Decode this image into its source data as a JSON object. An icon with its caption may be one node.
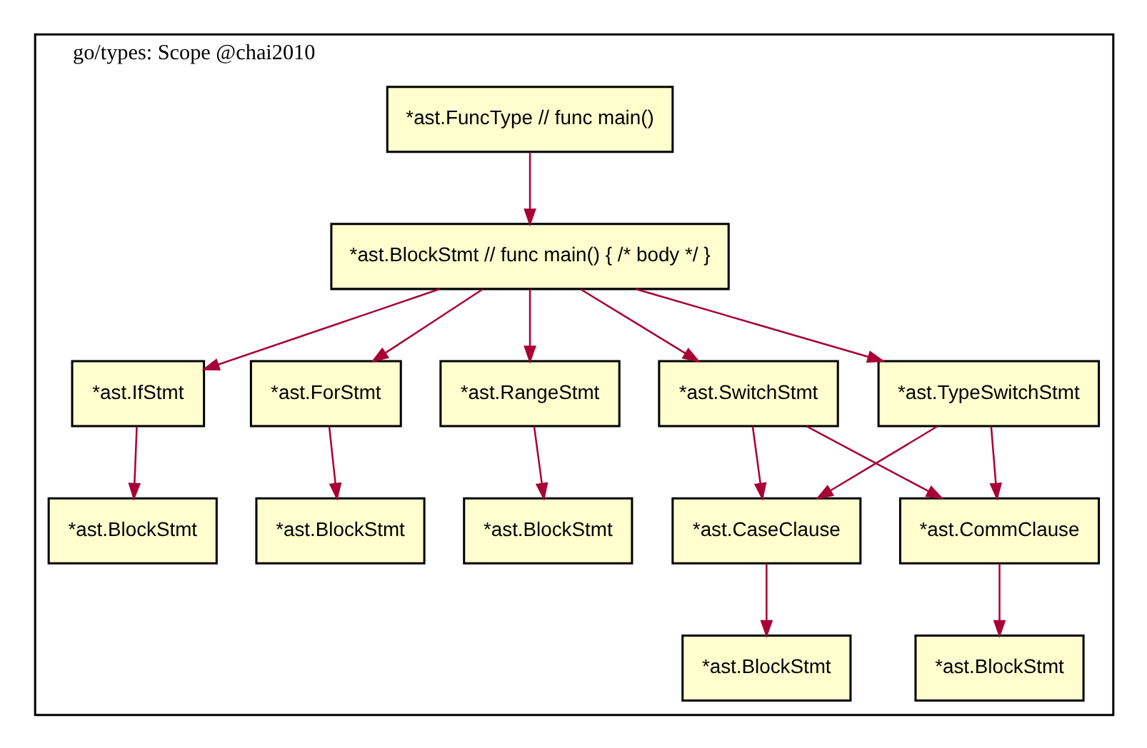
{
  "diagram": {
    "nodes": [
      {
        "text": [
          "go/types: Scope @chai2010"
        ]
      },
      {
        "text": [
          "*ast.FuncType // func main()"
        ],
        "in": 0
      },
      {
        "text": [
          "*ast.BlockStmt // func main() { /* body */ }"
        ],
        "in": 0
      },
      {
        "text": [
          "*ast.IfStmt"
        ],
        "in": 0
      },
      {
        "text": [
          "*ast.ForStmt"
        ],
        "in": 0
      },
      {
        "text": [
          "*ast.RangeStmt"
        ],
        "in": 0
      },
      {
        "text": [
          "*ast.SwitchStmt"
        ],
        "in": 0
      },
      {
        "text": [
          "*ast.TypeSwitchStmt"
        ],
        "in": 0
      },
      {
        "text": [
          "*ast.BlockStmt"
        ],
        "in": 0
      },
      {
        "text": [
          "*ast.BlockStmt"
        ],
        "in": 0
      },
      {
        "text": [
          "*ast.BlockStmt"
        ],
        "in": 0
      },
      {
        "text": [
          "*ast.CaseClause"
        ],
        "in": 0
      },
      {
        "text": [
          "*ast.CommClause"
        ],
        "in": 0
      },
      {
        "text": [
          "*ast.BlockStmt"
        ],
        "in": 0
      },
      {
        "text": [
          "*ast.BlockStmt"
        ],
        "in": 0
      }
    ],
    "edges": [
      {
        "from": 1,
        "to": 2,
        "arrow": "to"
      },
      {
        "from": 2,
        "to": 3,
        "arrow": "to"
      },
      {
        "from": 2,
        "to": 4,
        "arrow": "to"
      },
      {
        "from": 2,
        "to": 5,
        "arrow": "to"
      },
      {
        "from": 2,
        "to": 6,
        "arrow": "to"
      },
      {
        "from": 2,
        "to": 7,
        "arrow": "to"
      },
      {
        "from": 3,
        "to": 8,
        "arrow": "to"
      },
      {
        "from": 4,
        "to": 9,
        "arrow": "to"
      },
      {
        "from": 5,
        "to": 10,
        "arrow": "to"
      },
      {
        "from": 6,
        "to": 11,
        "arrow": "to"
      },
      {
        "from": 6,
        "to": 12,
        "arrow": "to"
      },
      {
        "from": 7,
        "to": 11,
        "arrow": "to"
      },
      {
        "from": 7,
        "to": 12,
        "arrow": "to"
      },
      {
        "from": 11,
        "to": 13,
        "arrow": "to"
      },
      {
        "from": 12,
        "to": 14,
        "arrow": "to"
      }
    ]
  }
}
